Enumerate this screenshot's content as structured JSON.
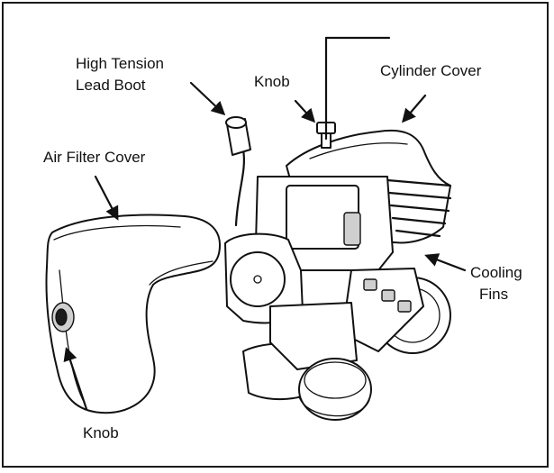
{
  "labels": {
    "high_tension_line1": "High Tension",
    "high_tension_line2": "Lead Boot",
    "knob_top": "Knob",
    "cylinder_cover": "Cylinder Cover",
    "air_filter_cover": "Air Filter Cover",
    "cooling_fins_line1": "Cooling",
    "cooling_fins_line2": "Fins",
    "knob_bottom": "Knob"
  }
}
